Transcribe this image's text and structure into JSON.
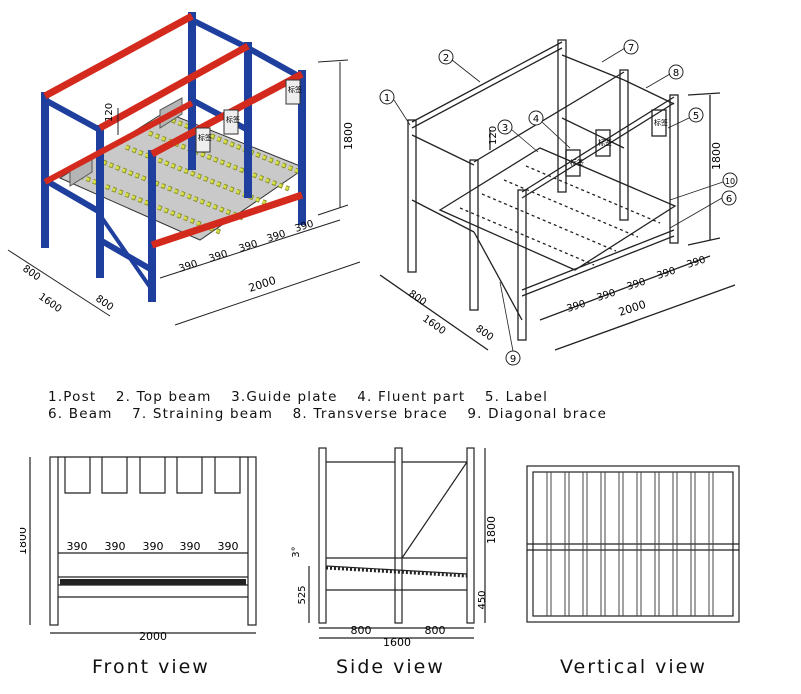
{
  "colors": {
    "post": "#1f3f9e",
    "beam": "#d42a1e",
    "plate": "#c9c9c9",
    "roller": "#d8e046",
    "line": "#222222"
  },
  "color_rack": {
    "dim_height": "1800",
    "dim_120": "120",
    "dim_depth_a": "800",
    "dim_depth_b": "800",
    "dim_depth_total": "1600",
    "dim_width": "2000",
    "lane_widths": [
      "390",
      "390",
      "390",
      "390",
      "390"
    ],
    "label_text": "标签"
  },
  "line_rack": {
    "callouts": [
      "1",
      "2",
      "3",
      "4",
      "5",
      "6",
      "7",
      "8",
      "9",
      "10"
    ],
    "dim_height": "1800",
    "dim_120": "120",
    "dim_depth_a": "800",
    "dim_depth_b": "800",
    "dim_depth_total": "1600",
    "dim_width": "2000",
    "lane_widths": [
      "390",
      "390",
      "390",
      "390",
      "390"
    ],
    "label_text": "标签"
  },
  "legend": {
    "row1": [
      "1.Post",
      "2. Top beam",
      "3.Guide plate",
      "4. Fluent part",
      "5. Label"
    ],
    "row2": [
      "6. Beam",
      "7. Straining beam",
      "8. Transverse brace",
      "9. Diagonal brace"
    ]
  },
  "front_view": {
    "caption": "Front view",
    "dim_height": "1800",
    "dim_width": "2000",
    "lanes": [
      "390",
      "390",
      "390",
      "390",
      "390"
    ]
  },
  "side_view": {
    "caption": "Side view",
    "dim_height": "1800",
    "dim_angle": "3°",
    "dim_525": "525",
    "dim_450": "450",
    "dim_a": "800",
    "dim_b": "800",
    "dim_total": "1600"
  },
  "vertical_view": {
    "caption": "Vertical view"
  }
}
